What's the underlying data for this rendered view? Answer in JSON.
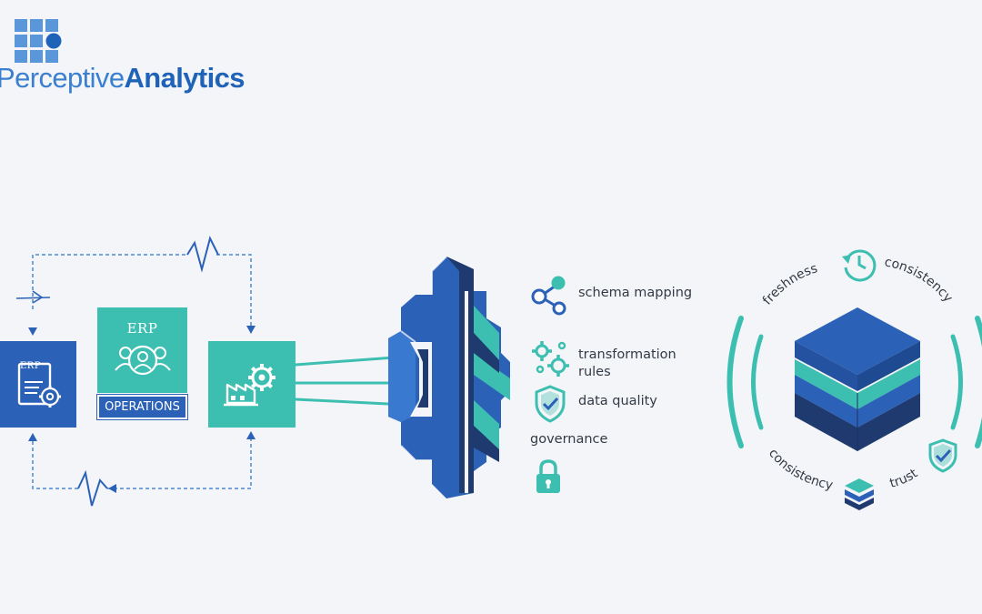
{
  "brand": {
    "name_part1": "Perceptive",
    "name_part2": "Analytics",
    "colors": {
      "light_blue": "#5a96da",
      "dark_blue": "#1f63b9"
    }
  },
  "sources": {
    "erp_document": {
      "label": "ERP",
      "icon": "document-gear-icon"
    },
    "erp_operations": {
      "label": "ERP",
      "icon": "team-users-icon",
      "tag": "OPERATIONS"
    },
    "factory": {
      "icon": "factory-gear-icon"
    }
  },
  "pipeline_features": [
    {
      "icon": "share-nodes-icon",
      "label": "schema mapping"
    },
    {
      "icon": "gears-icon",
      "label_line1": "transformation",
      "label_line2": "rules"
    },
    {
      "icon": "shield-check-icon",
      "label": "data quality"
    },
    {
      "icon": "lock-icon",
      "label": "governance"
    }
  ],
  "data_store_ring": {
    "labels": [
      "freshness",
      "consistency",
      "consistency",
      "trust"
    ],
    "icons": [
      "clock-refresh-icon",
      "shield-check-icon",
      "stack-icon"
    ]
  },
  "colors": {
    "teal": "#3cbeb0",
    "blue": "#2c61b8",
    "navy": "#1e3a6e",
    "dashed_line": "#4a8ad0"
  }
}
